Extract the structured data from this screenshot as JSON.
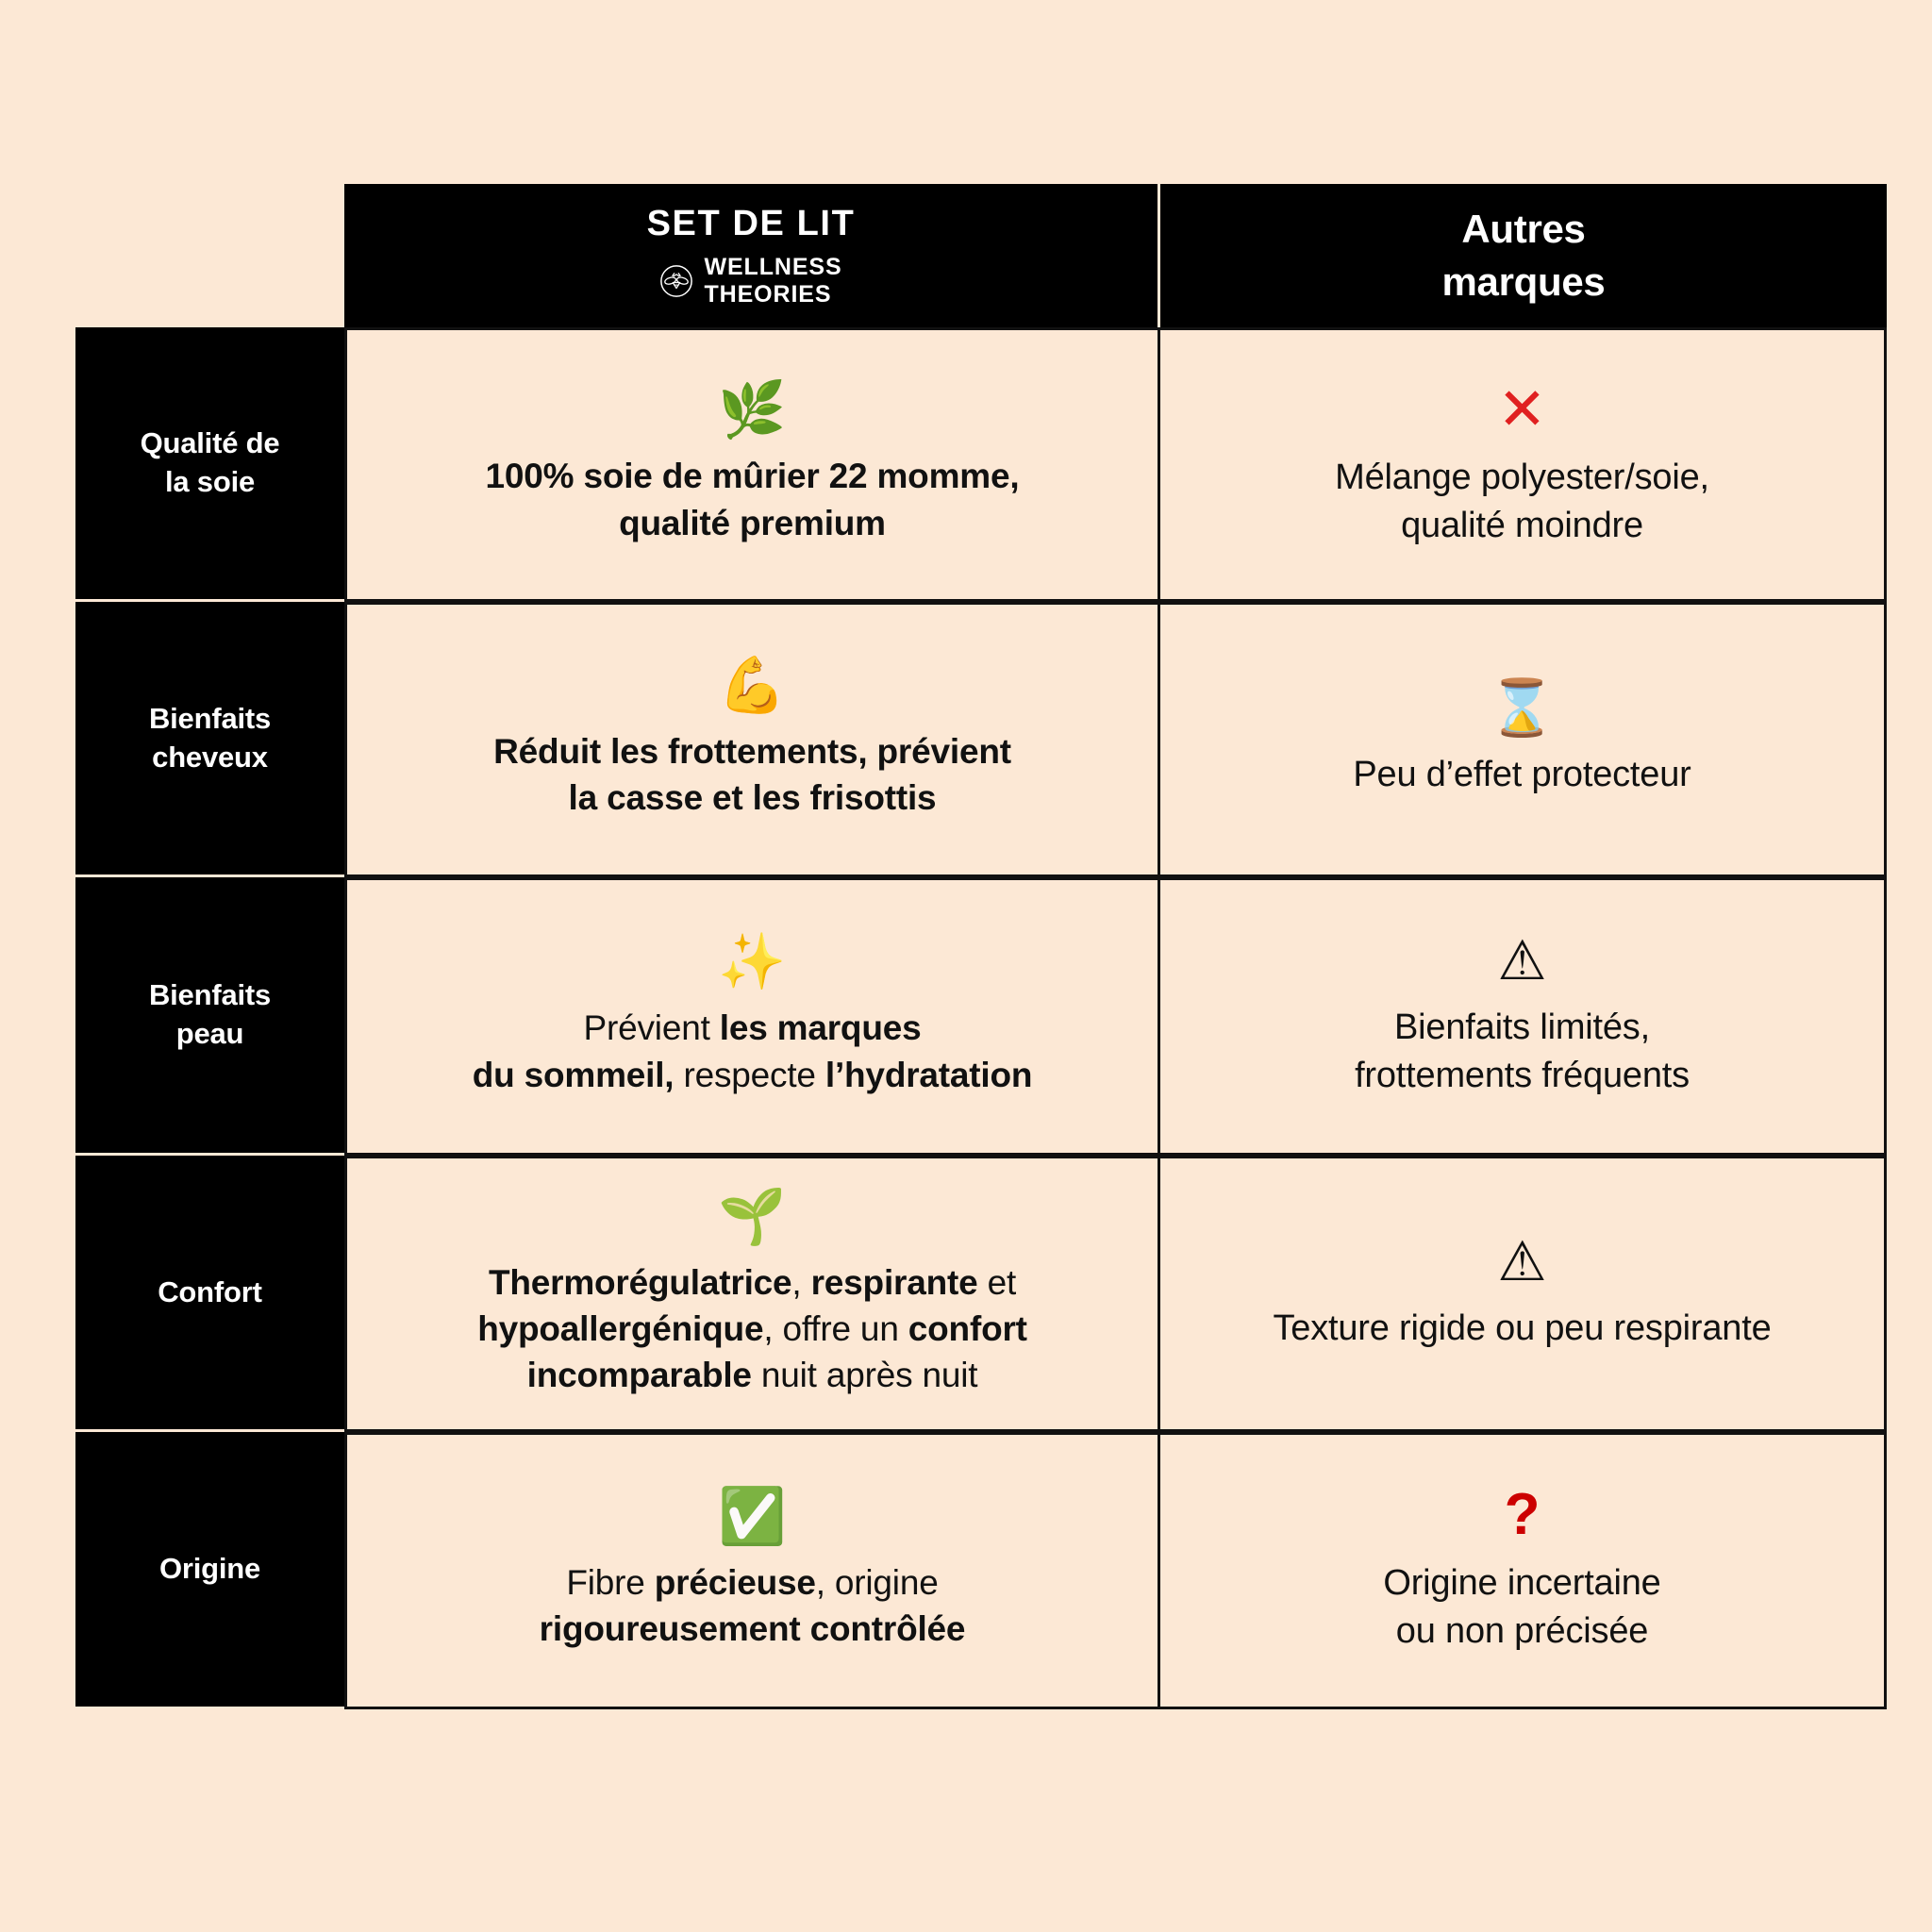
{
  "palette": {
    "background": "#FCE8D5",
    "ink": "#000000",
    "paper": "#FCE8D5",
    "danger_red": "#E02020",
    "question_red": "#CC0000",
    "text": "#111111"
  },
  "header": {
    "ours": {
      "title": "SET DE LIT",
      "brand_line1": "WELLNESS",
      "brand_line2": "THEORIES",
      "logo_icon": "bee-circle-logo"
    },
    "theirs": {
      "line1": "Autres",
      "line2": "marques"
    }
  },
  "rows": [
    {
      "label": "Qualité de\nla soie",
      "label_line1": "Qualité de",
      "label_line2": "la soie",
      "ours": {
        "icon": "herb-leaf-emoji",
        "icon_glyph": "🌿",
        "text_plain": "100% soie de mûrier 22 momme, qualité premium",
        "segments": [
          {
            "text": "100% soie de mûrier 22 momme,",
            "bold": true,
            "break_after": true
          },
          {
            "text": "qualité premium",
            "bold": true,
            "break_after": false
          }
        ]
      },
      "theirs": {
        "icon": "red-cross-mark-icon",
        "icon_glyph": "✕",
        "text_plain": "Mélange polyester/soie, qualité moindre",
        "segments": [
          {
            "text": "Mélange polyester/soie,",
            "bold": false,
            "break_after": true
          },
          {
            "text": "qualité moindre",
            "bold": false,
            "break_after": false
          }
        ]
      }
    },
    {
      "label": "Bienfaits\ncheveux",
      "label_line1": "Bienfaits",
      "label_line2": "cheveux",
      "ours": {
        "icon": "flexed-biceps-emoji",
        "icon_glyph": "💪",
        "text_plain": "Réduit les frottements, prévient la casse et les frisottis",
        "segments": [
          {
            "text": "Réduit les frottements, prévient",
            "bold": true,
            "break_after": true
          },
          {
            "text": "la casse et les frisottis",
            "bold": true,
            "break_after": false
          }
        ]
      },
      "theirs": {
        "icon": "hourglass-emoji",
        "icon_glyph": "⌛",
        "text_plain": "Peu d’effet protecteur",
        "segments": [
          {
            "text": "Peu d’effet protecteur",
            "bold": false,
            "break_after": false
          }
        ]
      }
    },
    {
      "label": "Bienfaits\npeau",
      "label_line1": "Bienfaits",
      "label_line2": "peau",
      "ours": {
        "icon": "sparkles-emoji",
        "icon_glyph": "✨",
        "text_plain": "Prévient les marques du sommeil, respecte l’hydratation",
        "segments": [
          {
            "text": "Prévient ",
            "bold": false,
            "break_after": false
          },
          {
            "text": "les marques",
            "bold": true,
            "break_after": true
          },
          {
            "text": "du sommeil,",
            "bold": true,
            "break_after": false
          },
          {
            "text": " respecte ",
            "bold": false,
            "break_after": false
          },
          {
            "text": "l’hydratation",
            "bold": true,
            "break_after": false
          }
        ]
      },
      "theirs": {
        "icon": "warning-triangle-emoji",
        "icon_glyph": "⚠",
        "text_plain": "Bienfaits limités, frottements fréquents",
        "segments": [
          {
            "text": "Bienfaits limités,",
            "bold": false,
            "break_after": true
          },
          {
            "text": "frottements fréquents",
            "bold": false,
            "break_after": false
          }
        ]
      }
    },
    {
      "label": "Confort",
      "label_line1": "Confort",
      "label_line2": "",
      "ours": {
        "icon": "seedling-emoji",
        "icon_glyph": "🌱",
        "text_plain": "Thermorégulatrice, respirante et hypoallergénique, offre un confort incomparable nuit après nuit",
        "segments": [
          {
            "text": "Thermorégulatrice",
            "bold": true,
            "break_after": false
          },
          {
            "text": ", ",
            "bold": false,
            "break_after": false
          },
          {
            "text": "respirante",
            "bold": true,
            "break_after": false
          },
          {
            "text": " et",
            "bold": false,
            "break_after": true
          },
          {
            "text": "hypoallergénique",
            "bold": true,
            "break_after": false
          },
          {
            "text": ", offre un ",
            "bold": false,
            "break_after": false
          },
          {
            "text": "confort",
            "bold": true,
            "break_after": true
          },
          {
            "text": "incomparable",
            "bold": true,
            "break_after": false
          },
          {
            "text": " nuit après nuit",
            "bold": false,
            "break_after": false
          }
        ]
      },
      "theirs": {
        "icon": "warning-triangle-emoji",
        "icon_glyph": "⚠",
        "text_plain": "Texture rigide ou peu respirante",
        "segments": [
          {
            "text": "Texture rigide ou peu respirante",
            "bold": false,
            "break_after": false
          }
        ]
      }
    },
    {
      "label": "Origine",
      "label_line1": "Origine",
      "label_line2": "",
      "ours": {
        "icon": "green-check-mark-emoji",
        "icon_glyph": "✅",
        "text_plain": "Fibre précieuse, origine rigoureusement contrôlée",
        "segments": [
          {
            "text": "Fibre ",
            "bold": false,
            "break_after": false
          },
          {
            "text": "précieuse",
            "bold": true,
            "break_after": false
          },
          {
            "text": ", origine",
            "bold": false,
            "break_after": true
          },
          {
            "text": "rigoureusement contrôlée",
            "bold": true,
            "break_after": false
          }
        ]
      },
      "theirs": {
        "icon": "red-question-mark-icon",
        "icon_glyph": "?",
        "text_plain": "Origine incertaine ou non précisée",
        "segments": [
          {
            "text": "Origine incertaine",
            "bold": false,
            "break_after": true
          },
          {
            "text": "ou non précisée",
            "bold": false,
            "break_after": false
          }
        ]
      }
    }
  ]
}
